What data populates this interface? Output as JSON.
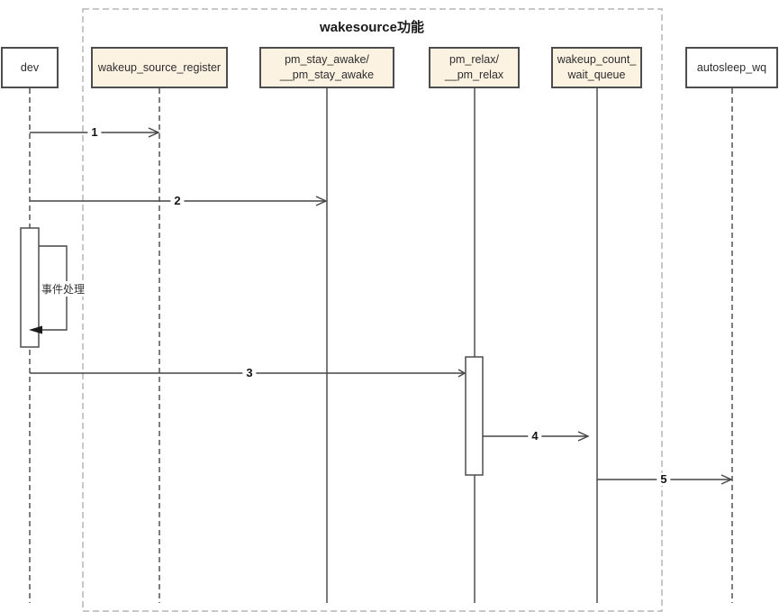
{
  "diagram": {
    "title": "wakesource功能",
    "self_message_label": "事件处理"
  },
  "actors": [
    {
      "id": "dev",
      "label": "dev",
      "style": "plain",
      "lifeline": "dashed"
    },
    {
      "id": "wakeup_source_register",
      "label": "wakeup_source_register",
      "style": "highlight",
      "lifeline": "dashed"
    },
    {
      "id": "pm_stay_awake",
      "label": "pm_stay_awake/\n__pm_stay_awake",
      "style": "highlight",
      "lifeline": "solid"
    },
    {
      "id": "pm_relax",
      "label": "pm_relax/\n__pm_relax",
      "style": "highlight",
      "lifeline": "solid"
    },
    {
      "id": "wakeup_count_wait_queue",
      "label": "wakeup_count_\nwait_queue",
      "style": "highlight",
      "lifeline": "solid"
    },
    {
      "id": "autosleep_wq",
      "label": "autosleep_wq",
      "style": "plain",
      "lifeline": "dashed"
    }
  ],
  "messages": [
    {
      "label": "1",
      "from": "dev",
      "to": "wakeup_source_register"
    },
    {
      "label": "2",
      "from": "dev",
      "to": "pm_stay_awake"
    },
    {
      "label": "3",
      "from": "dev",
      "to": "pm_relax"
    },
    {
      "label": "4",
      "from": "pm_relax",
      "to": "wakeup_count_wait_queue"
    },
    {
      "label": "5",
      "from": "wakeup_count_wait_queue",
      "to": "autosleep_wq"
    }
  ],
  "colors": {
    "actor_fill_highlight": "#fcf2e2",
    "actor_fill_plain": "#ffffff",
    "actor_border": "#4d4d4d",
    "frame_border": "#b5b5b5",
    "message_line": "#454545",
    "lifeline_solid": "#6b6b6b",
    "lifeline_dashed": "#474747",
    "text": "#2d2d2d"
  }
}
